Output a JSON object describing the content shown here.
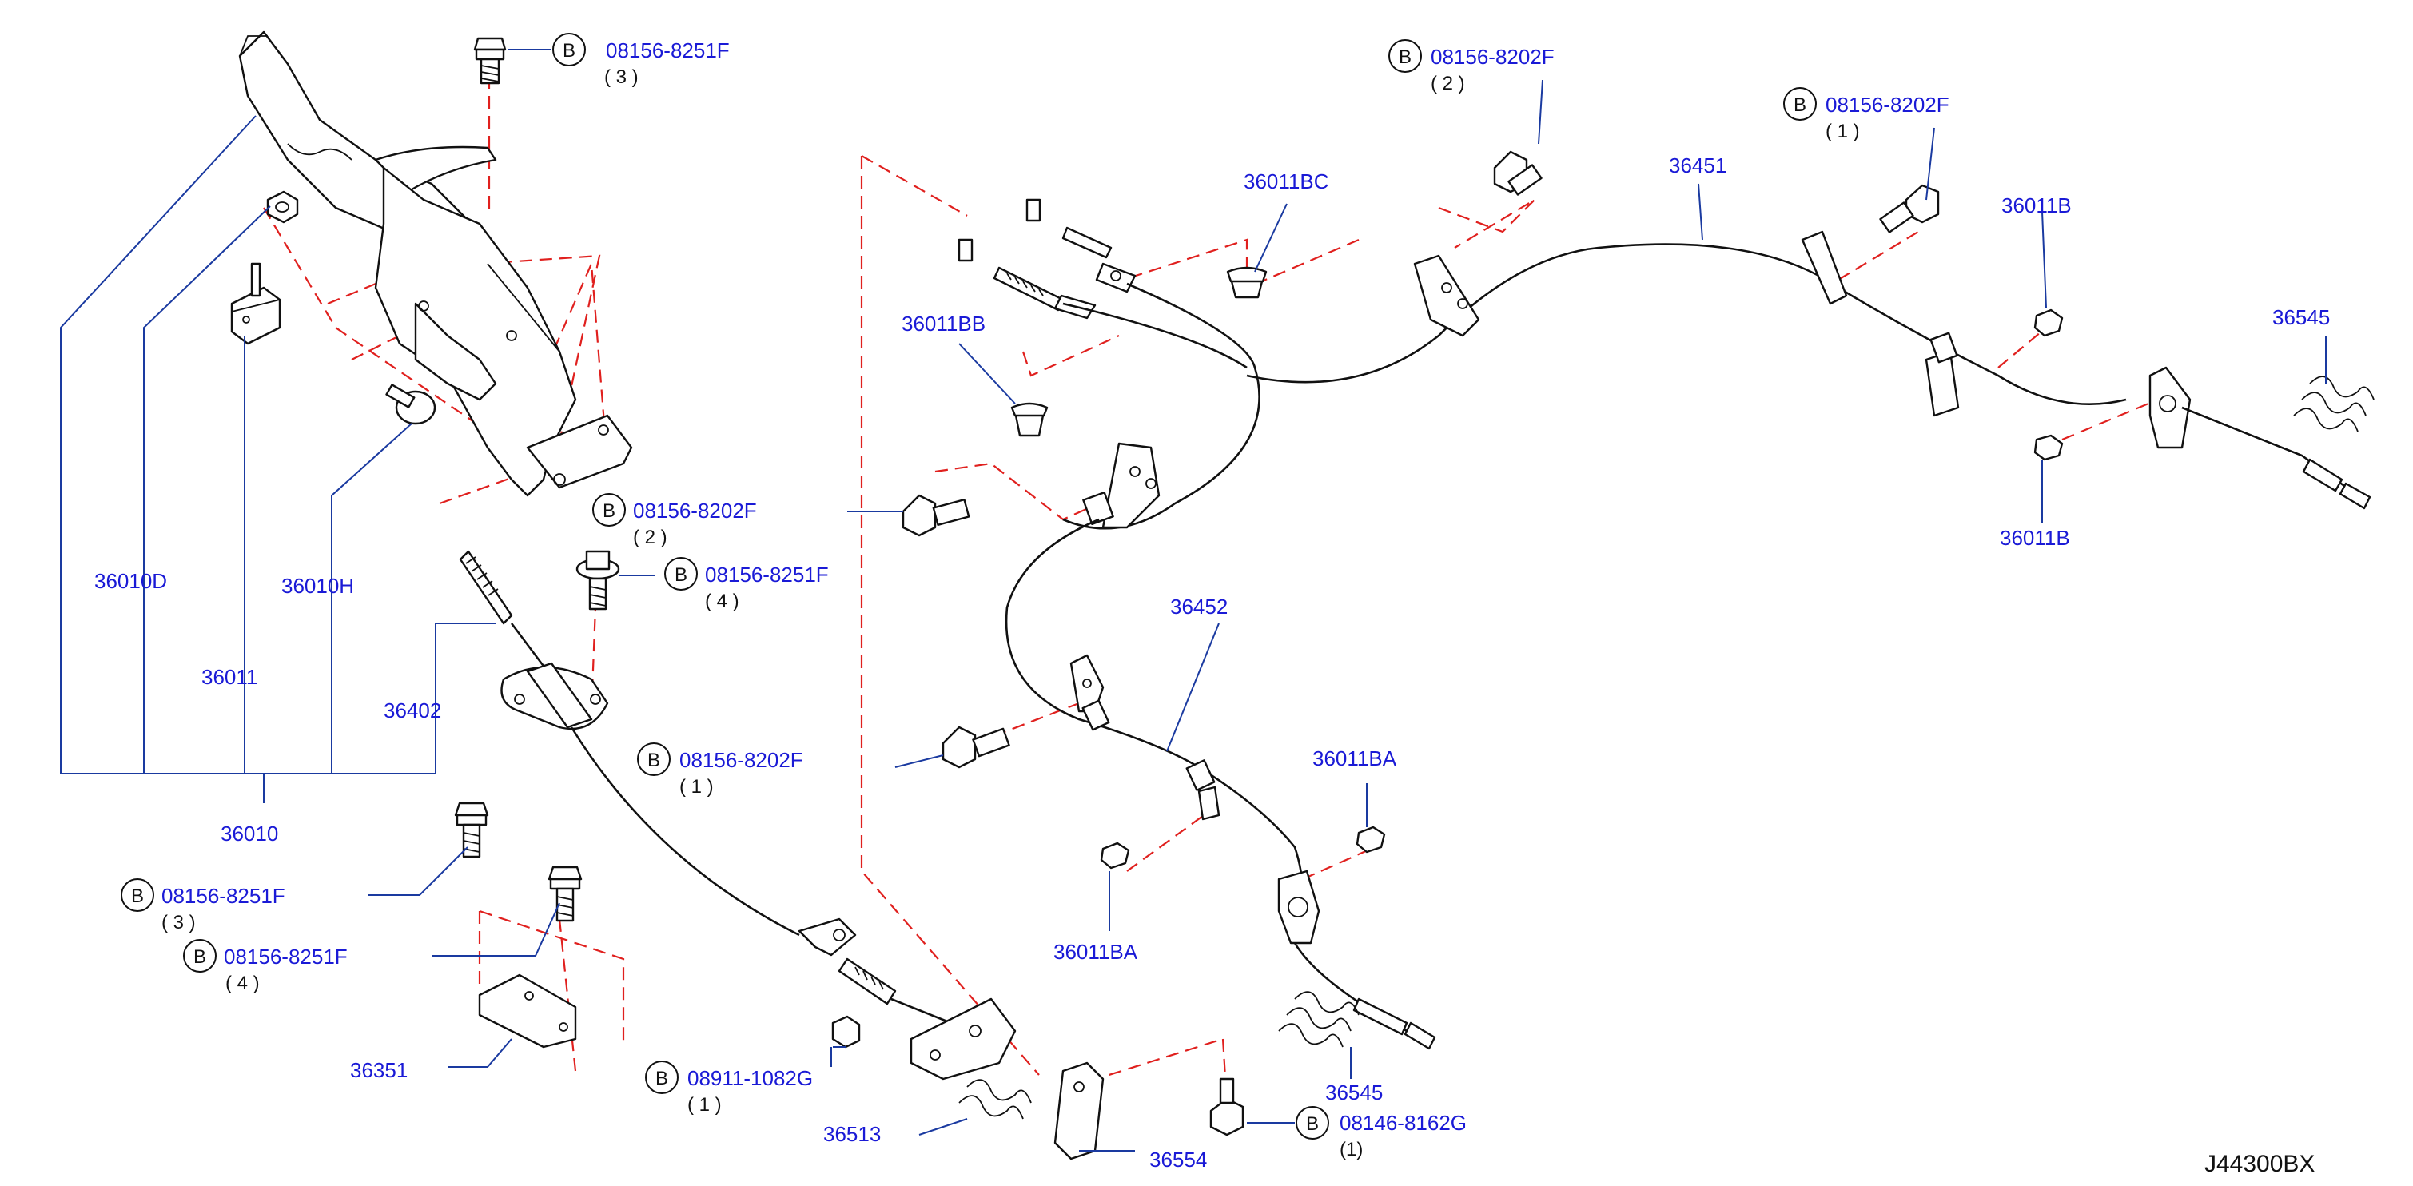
{
  "diagram_code": "J44300BX",
  "parts": {
    "lever_assembly": "36010",
    "lever_grip": "36010D",
    "lever_bolt": "36010H",
    "switch": "36011",
    "front_cable": "36402",
    "rear_cable_rh": "36451",
    "rear_cable_lh": "36452",
    "clip_b": "36011B",
    "clip_bb": "36011BB",
    "clip_bc": "36011BC",
    "clip_ba": "36011BA",
    "spring": "36545",
    "cover": "36351",
    "return_spring": "36513",
    "bracket": "36554"
  },
  "callouts": [
    {
      "id": "c1",
      "letter": "B",
      "part": "08156-8251F",
      "qty": "( 3 )"
    },
    {
      "id": "c2",
      "letter": "B",
      "part": "08156-8202F",
      "qty": "( 2 )"
    },
    {
      "id": "c3",
      "letter": "B",
      "part": "08156-8202F",
      "qty": "( 1 )"
    },
    {
      "id": "c4",
      "letter": "B",
      "part": "08156-8202F",
      "qty": "( 2 )"
    },
    {
      "id": "c5",
      "letter": "B",
      "part": "08156-8251F",
      "qty": "( 4 )"
    },
    {
      "id": "c6",
      "letter": "B",
      "part": "08156-8202F",
      "qty": "( 1 )"
    },
    {
      "id": "c7",
      "letter": "B",
      "part": "08156-8251F",
      "qty": "( 3 )"
    },
    {
      "id": "c8",
      "letter": "B",
      "part": "08156-8251F",
      "qty": "( 4 )"
    },
    {
      "id": "c9",
      "letter": "B",
      "part": "08911-1082G",
      "qty": "( 1 )"
    },
    {
      "id": "c10",
      "letter": "B",
      "part": "08146-8162G",
      "qty": "(1)"
    }
  ],
  "colors": {
    "part_number": "#1a1ad6",
    "leader_line": "#1a3aa0",
    "hidden_line": "#e0201e",
    "outline": "#111111"
  }
}
